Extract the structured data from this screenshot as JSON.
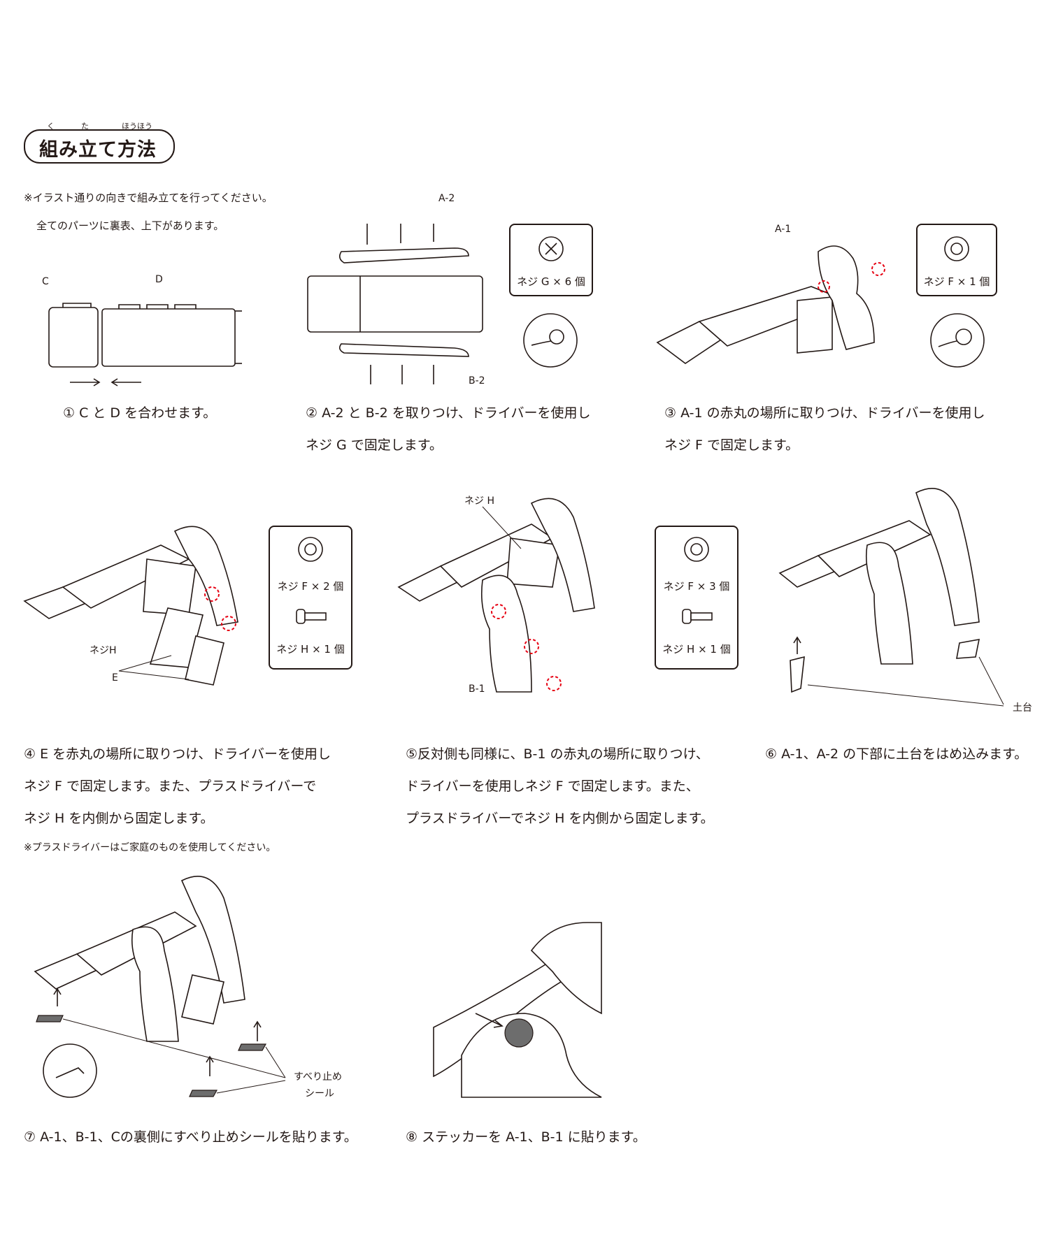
{
  "header": {
    "title": "組み立て方法",
    "ruby_ku": "く",
    "ruby_ta": "た",
    "ruby_houhou": "ほうほう"
  },
  "notes": {
    "line1": "※イラスト通りの向きで組み立てを行ってください。",
    "line2": "全てのパーツに裏表、上下があります。"
  },
  "steps": {
    "s1": {
      "caption": "① C と D を合わせます。",
      "label_c": "C",
      "label_d": "D"
    },
    "s2": {
      "caption_1": "② A-2 と B-2 を取りつけ、ドライバーを使用し",
      "caption_2": "ネジ G で固定します。",
      "label_a2": "A-2",
      "label_b2": "B-2",
      "screw": "ネジ G × 6 個"
    },
    "s3": {
      "caption_1": "③ A-1 の赤丸の場所に取りつけ、ドライバーを使用し",
      "caption_2": "ネジ F で固定します。",
      "label_a1": "A-1",
      "screw": "ネジ F × 1 個"
    },
    "s4": {
      "caption_1": "④ E を赤丸の場所に取りつけ、ドライバーを使用し",
      "caption_2": "ネジ F で固定します。また、プラスドライバーで",
      "caption_3": "ネジ H を内側から固定します。",
      "label_h": "ネジH",
      "label_e": "E",
      "screw_f": "ネジ F × 2 個",
      "screw_h": "ネジ H × 1 個"
    },
    "s5": {
      "caption_1": "⑤反対側も同様に、B-1 の赤丸の場所に取りつけ、",
      "caption_2": "ドライバーを使用しネジ F で固定します。また、",
      "caption_3": "プラスドライバーでネジ H を内側から固定します。",
      "label_h": "ネジ H",
      "label_b1": "B-1",
      "screw_f": "ネジ F × 3 個",
      "screw_h": "ネジ H × 1 個"
    },
    "s6": {
      "caption": "⑥ A-1、A-2 の下部に土台をはめ込みます。",
      "label_base": "土台"
    },
    "s7": {
      "caption": "⑦ A-1、B-1、Cの裏側にすべり止めシールを貼ります。",
      "label_seal_1": "すべり止め",
      "label_seal_2": "シール"
    },
    "s8": {
      "caption": "⑧ ステッカーを A-1、B-1 に貼ります。"
    }
  },
  "footnote": "※プラスドライバーはご家庭のものを使用してください。",
  "colors": {
    "ink": "#231815",
    "red_marker": "#e60012",
    "sticker_gray": "#6d6d6d"
  }
}
